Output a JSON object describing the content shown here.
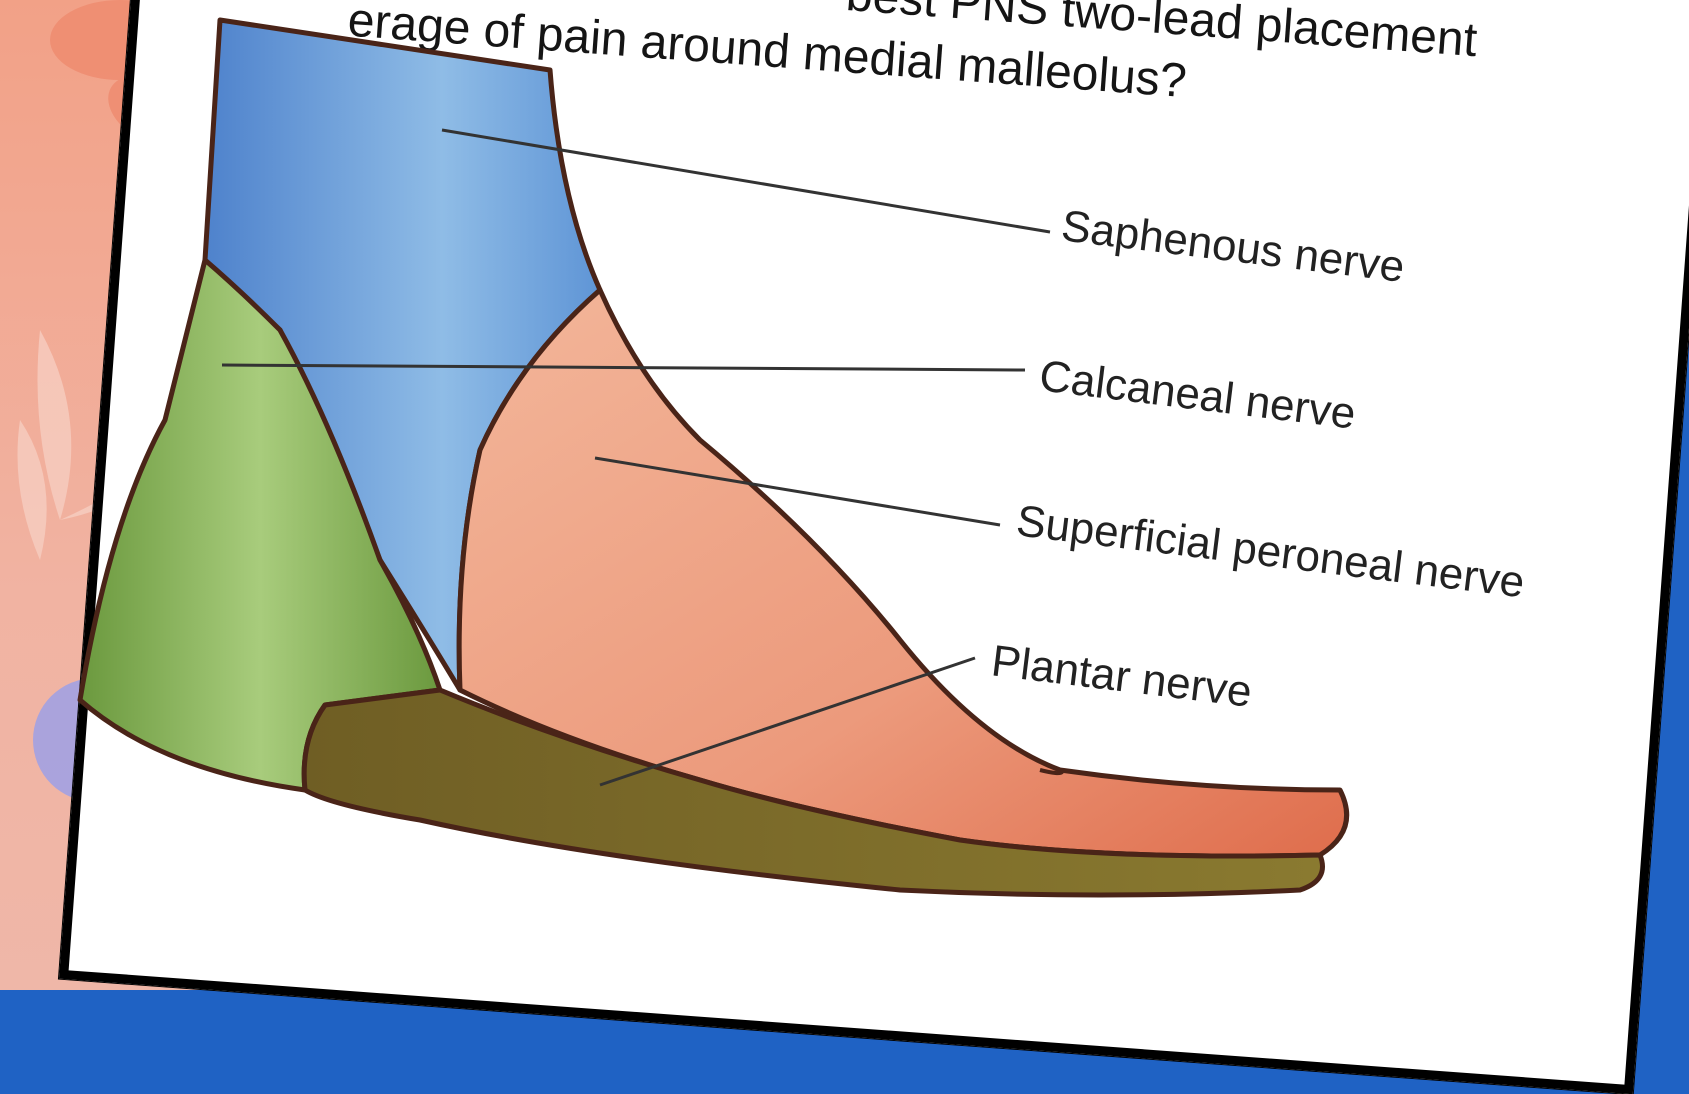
{
  "question": {
    "line1": "best PNS two-lead placement",
    "line1_partial_start": "...",
    "line2": "erage of pain around medial malleolus?"
  },
  "labels": {
    "saphenous": "Saphenous nerve",
    "calcaneal": "Calcaneal nerve",
    "superficial_peroneal": "Superficial peroneal nerve",
    "plantar": "Plantar nerve"
  },
  "colors": {
    "saphenous": "#5b92d6",
    "calcaneal": "#7eaa50",
    "superficial_peroneal": "#e99678",
    "plantar": "#7a6a2a",
    "outline": "#4a2418",
    "background_blue": "#1f62c4",
    "background_peach": "#f2a187"
  }
}
